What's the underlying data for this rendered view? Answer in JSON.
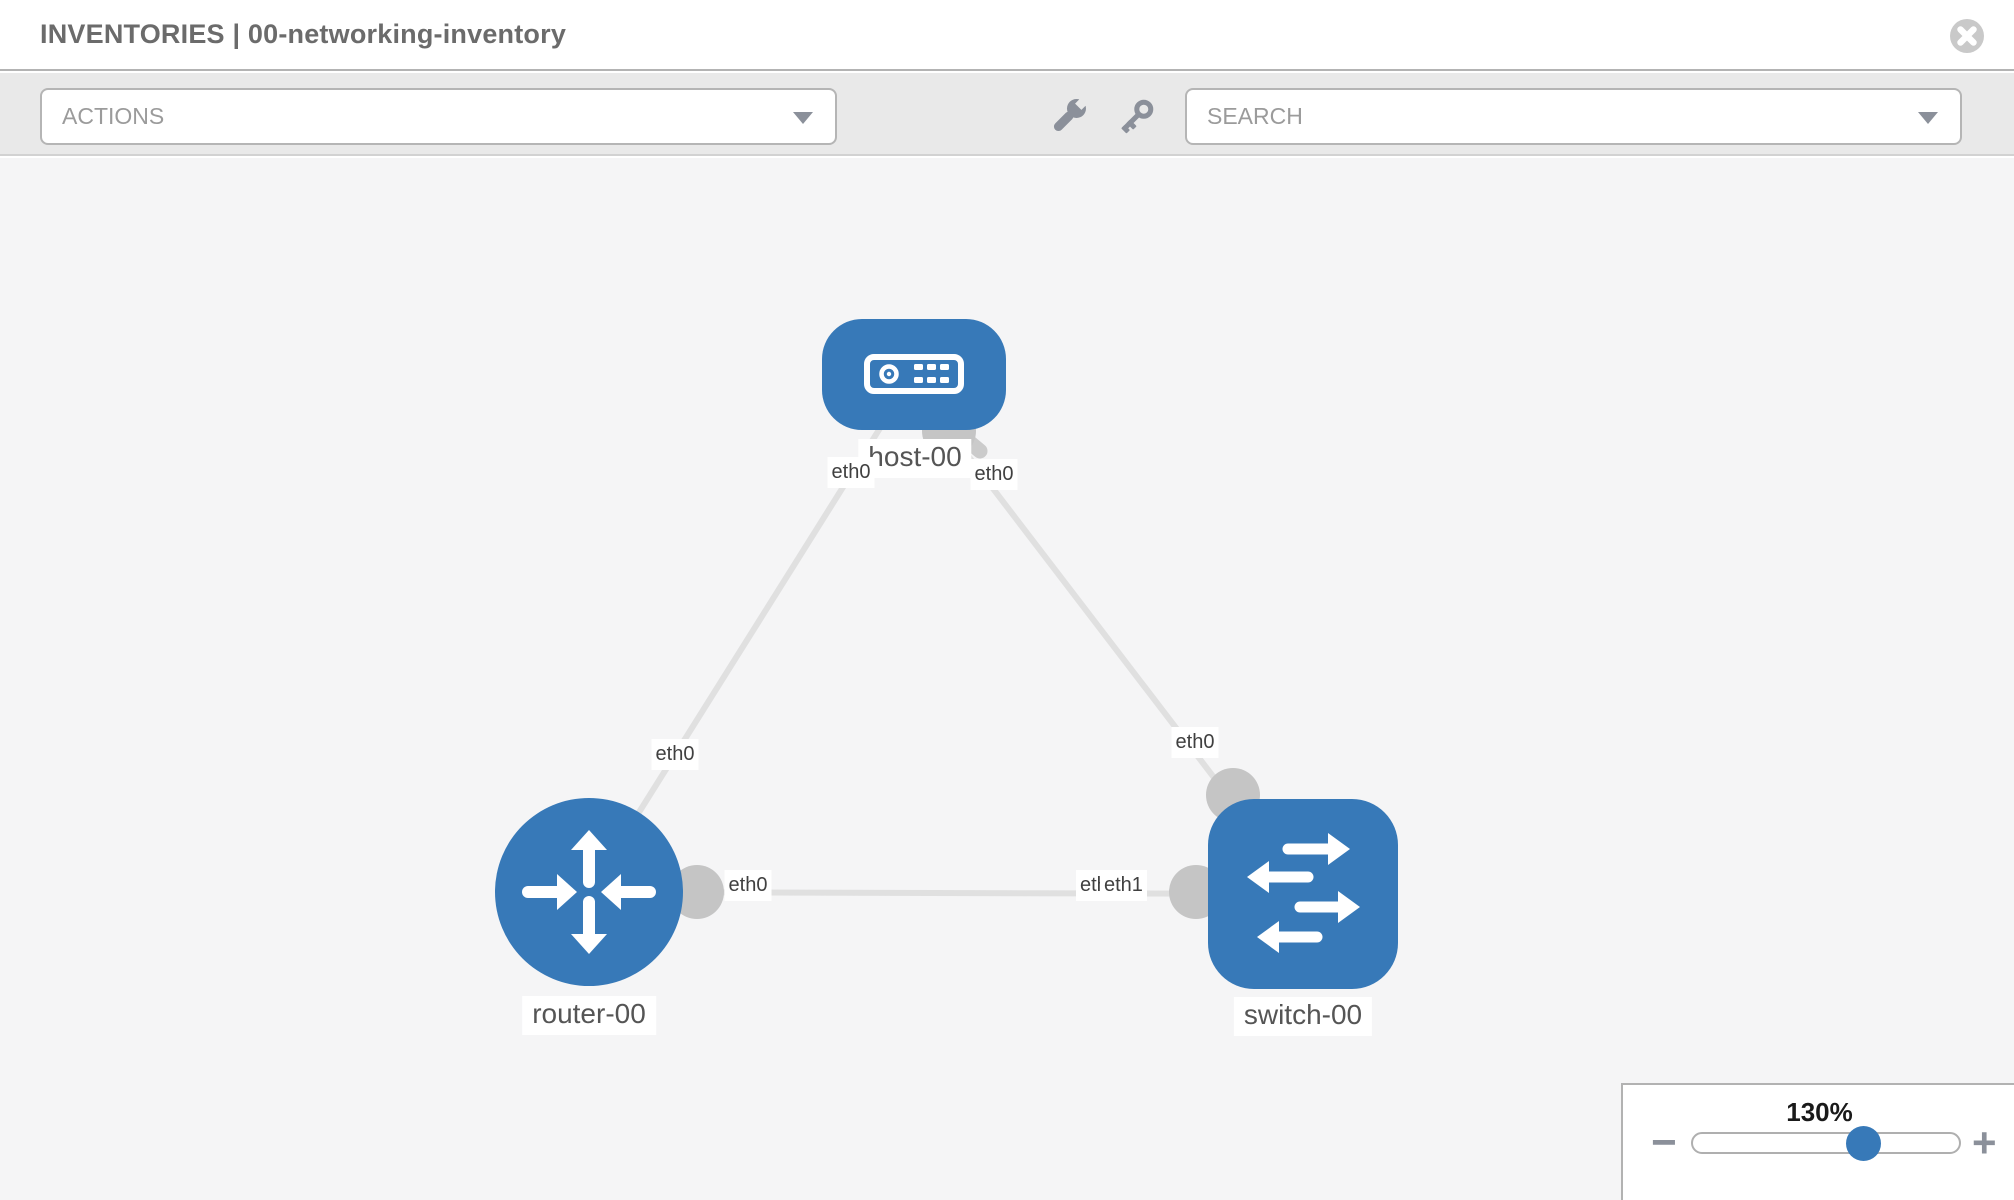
{
  "header": {
    "title": "INVENTORIES | 00-networking-inventory"
  },
  "toolbar": {
    "actions_label": "ACTIONS",
    "search_placeholder": "SEARCH",
    "tools": [
      {
        "icon": "wrench-icon"
      },
      {
        "icon": "key-icon"
      }
    ]
  },
  "topology": {
    "nodes": [
      {
        "label": "host-00",
        "type": "host"
      },
      {
        "label": "router-00",
        "type": "router"
      },
      {
        "label": "switch-00",
        "type": "switch"
      }
    ],
    "links": [
      {
        "from": "host-00",
        "to": "router-00",
        "from_iface": "eth0",
        "to_iface": "eth0"
      },
      {
        "from": "host-00",
        "to": "switch-00",
        "from_iface": "eth0",
        "to_iface": "eth0"
      },
      {
        "from": "router-00",
        "to": "switch-00",
        "from_iface": "eth0",
        "to_iface": "eth1"
      }
    ],
    "interface_labels": {
      "host_left": "eth0",
      "host_right": "eth0",
      "host_router_mid": "eth0",
      "host_switch_mid": "eth0",
      "router_side": "eth0",
      "switch_side_under": "eth0",
      "switch_side_over": "eth1"
    }
  },
  "zoom_control": {
    "level": "130%",
    "minus_glyph": "−",
    "plus_glyph": "+"
  },
  "colors": {
    "node_blue": "#3779b8",
    "link_gray": "#e0e0e0",
    "connector_gray": "#c5c5c5",
    "canvas_bg": "#f5f5f6",
    "toolbar_bg": "#e9e9e9",
    "icon_gray": "#8b909a",
    "title_color": "#6b6b6b",
    "placeholder_gray": "#9b9b9b",
    "label_text": "#555555",
    "control_border": "#b5b5b5",
    "panel_border": "#b2b2b2"
  }
}
